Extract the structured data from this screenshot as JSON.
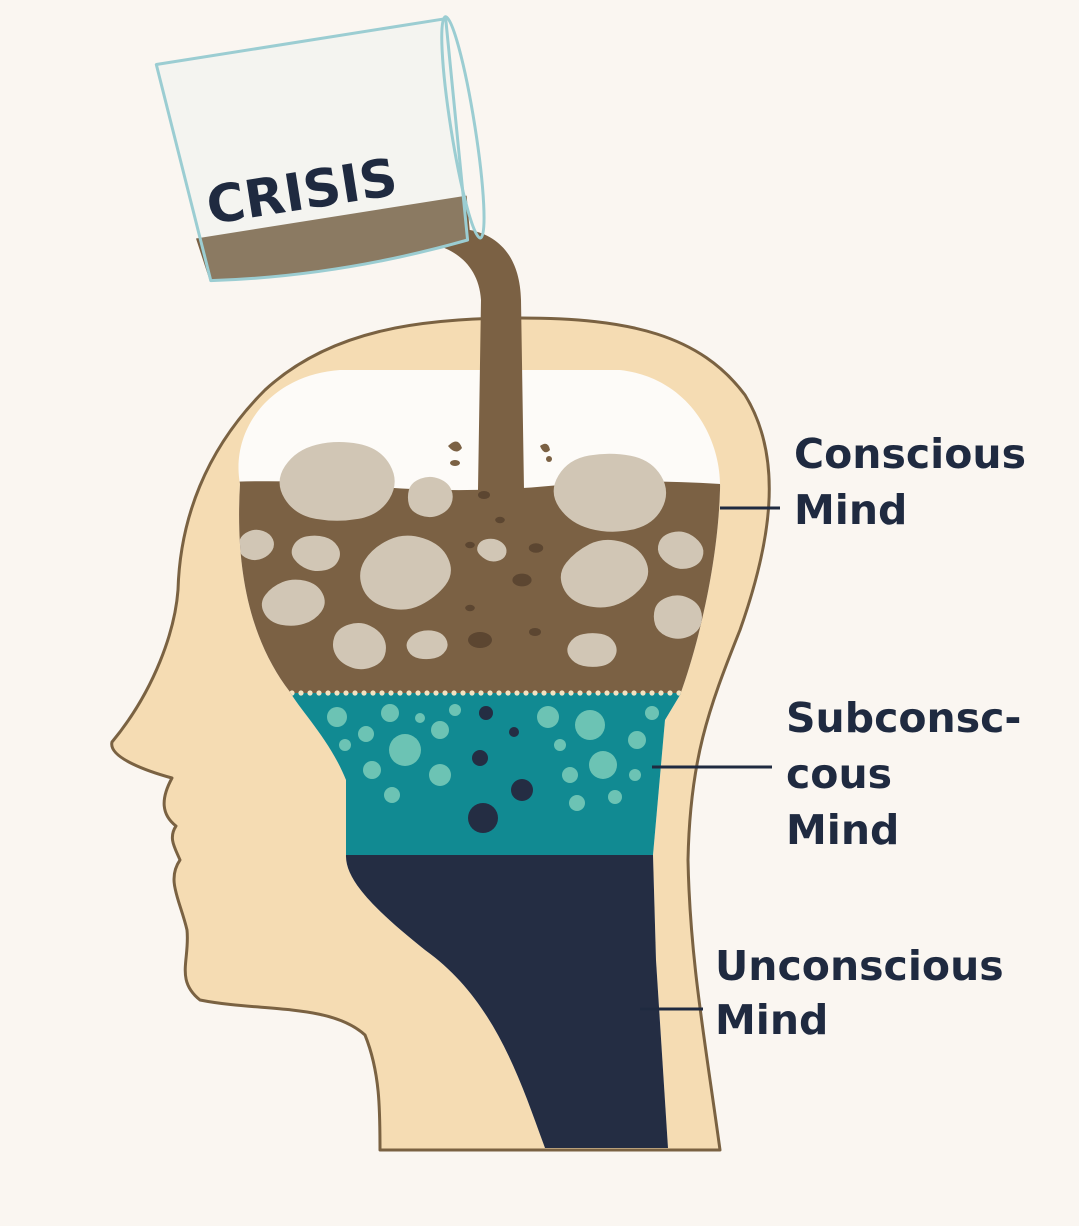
{
  "glass": {
    "label": "CRISIS"
  },
  "layers": [
    {
      "key": "conscious",
      "lines": [
        "Conscious",
        "Mind"
      ]
    },
    {
      "key": "subconscious",
      "lines": [
        "Subconsc-",
        "cous",
        "Mind"
      ]
    },
    {
      "key": "unconscious",
      "lines": [
        "Unconscious",
        "Mind"
      ]
    }
  ],
  "colors": {
    "background": "#faf6f1",
    "skin": "#f5dcb3",
    "outline": "#7a6242",
    "mud": "#7b6144",
    "rock": "#d1c6b5",
    "teal": "#118a92",
    "bubble": "#6cc3b4",
    "dark": "#242d43",
    "glass": "#9bcdd2",
    "label": "#1f2a40"
  }
}
